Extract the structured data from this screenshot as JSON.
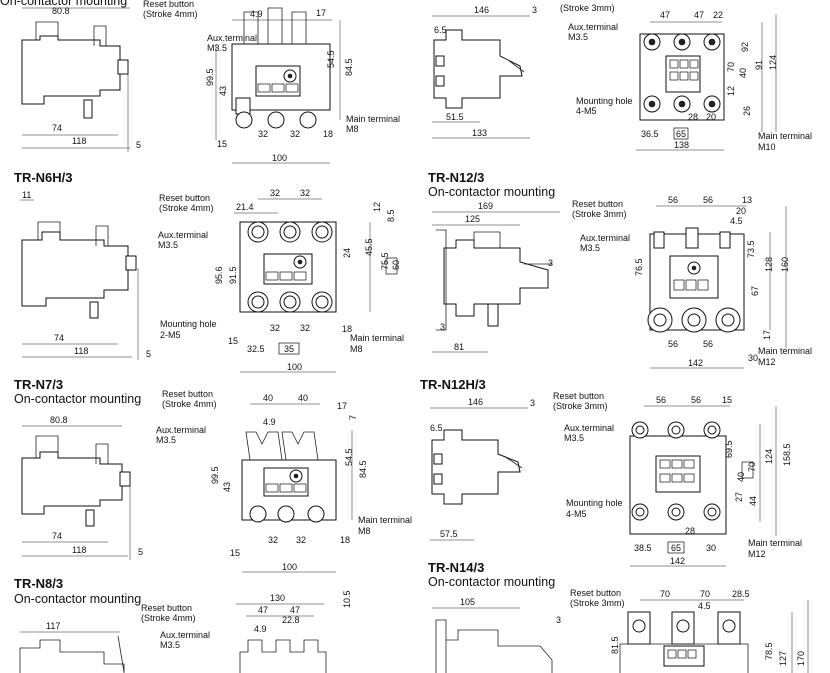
{
  "headings": [
    {
      "model": "TR-N6H/3",
      "sub": ""
    },
    {
      "model": "TR-N12/3",
      "sub": "On-contactor mounting"
    },
    {
      "model": "TR-N7/3",
      "sub": "On-contactor mounting"
    },
    {
      "model": "TR-N12H/3",
      "sub": ""
    },
    {
      "model": "TR-N8/3",
      "sub": "On-contactor mounting"
    },
    {
      "model": "TR-N14/3",
      "sub": "On-contactor mounting"
    }
  ],
  "top_partial_heading": "On-contactor mounting",
  "labels": {
    "reset": "Reset button",
    "stroke4": "(Stroke 4mm)",
    "stroke3": "(Stroke 3mm)",
    "aux": "Aux.terminal",
    "m35": "M3.5",
    "mount": "Mounting hole",
    "m5x2": "2-M5",
    "m5x4": "4-M5",
    "main": "Main terminal",
    "m8": "M8",
    "m10": "M10",
    "m12": "M12"
  },
  "dims": {
    "p1": {
      "w": "80.8",
      "a": "74",
      "b": "118",
      "c": "5",
      "t1": "4.9",
      "t2": "32",
      "t3": "17",
      "h1": "99.5",
      "h2": "43",
      "h3": "54.5",
      "h4": "84.5",
      "d1": "32",
      "d2": "32",
      "d3": "18",
      "d4": "15",
      "d5": "100"
    },
    "p2": {
      "w": "146",
      "c": "3",
      "s": "6.5",
      "a": "51.5",
      "b": "133",
      "t1": "47",
      "t2": "47",
      "t3": "22",
      "h1": "92",
      "h2": "70",
      "h3": "40",
      "h4": "12",
      "h5": "26",
      "h6": "91",
      "h7": "124",
      "d1": "28",
      "d2": "20",
      "d3": "36.5",
      "d4": "65",
      "d5": "138"
    },
    "p3": {
      "s": "11",
      "a": "74",
      "b": "118",
      "c": "5",
      "t1": "32",
      "t2": "32",
      "t3": "21.4",
      "r1": "12",
      "r2": "8.5",
      "h1": "95.6",
      "h2": "91.5",
      "h3": "24",
      "h4": "45.5",
      "h5": "75.5",
      "h6": "60",
      "d1": "32",
      "d2": "32",
      "d3": "18",
      "d4": "15",
      "d5": "32.5",
      "d6": "35",
      "d7": "100"
    },
    "p4": {
      "w": "169",
      "w2": "125",
      "c": "3",
      "e": "3",
      "b": "81",
      "t1": "56",
      "t2": "56",
      "t3": "13",
      "t4": "20",
      "t5": "4.5",
      "h1": "76.5",
      "h2": "73.5",
      "h3": "128",
      "h4": "67",
      "h5": "160",
      "h6": "17",
      "d1": "56",
      "d2": "56",
      "d3": "30",
      "d4": "142"
    },
    "p5": {
      "w": "80.8",
      "a": "74",
      "b": "118",
      "c": "5",
      "t1": "40",
      "t2": "40",
      "t3": "4.9",
      "t4": "17",
      "t5": "7",
      "h1": "99.5",
      "h2": "43",
      "h3": "54.5",
      "h4": "84.5",
      "d1": "32",
      "d2": "32",
      "d3": "18",
      "d4": "15",
      "d5": "100"
    },
    "p6": {
      "w": "146",
      "c": "3",
      "s": "6.5",
      "a": "57.5",
      "t1": "56",
      "t2": "56",
      "t3": "15",
      "h1": "69.5",
      "h2": "70",
      "h3": "40",
      "h4": "27",
      "h5": "44",
      "h6": "124",
      "h7": "158.5",
      "d1": "28",
      "d2": "38.5",
      "d3": "65",
      "d4": "30",
      "d5": "142"
    },
    "p7": {
      "w": "117",
      "t0": "130",
      "t1": "47",
      "t2": "47",
      "t3": "4.9",
      "t4": "22.8",
      "h1": "10.5"
    },
    "p8": {
      "w": "105",
      "c": "3",
      "t1": "70",
      "t2": "70",
      "t3": "28.5",
      "t4": "4.5",
      "h1": "81.5",
      "h2": "78.5",
      "h3": "127",
      "h4": "170"
    }
  }
}
